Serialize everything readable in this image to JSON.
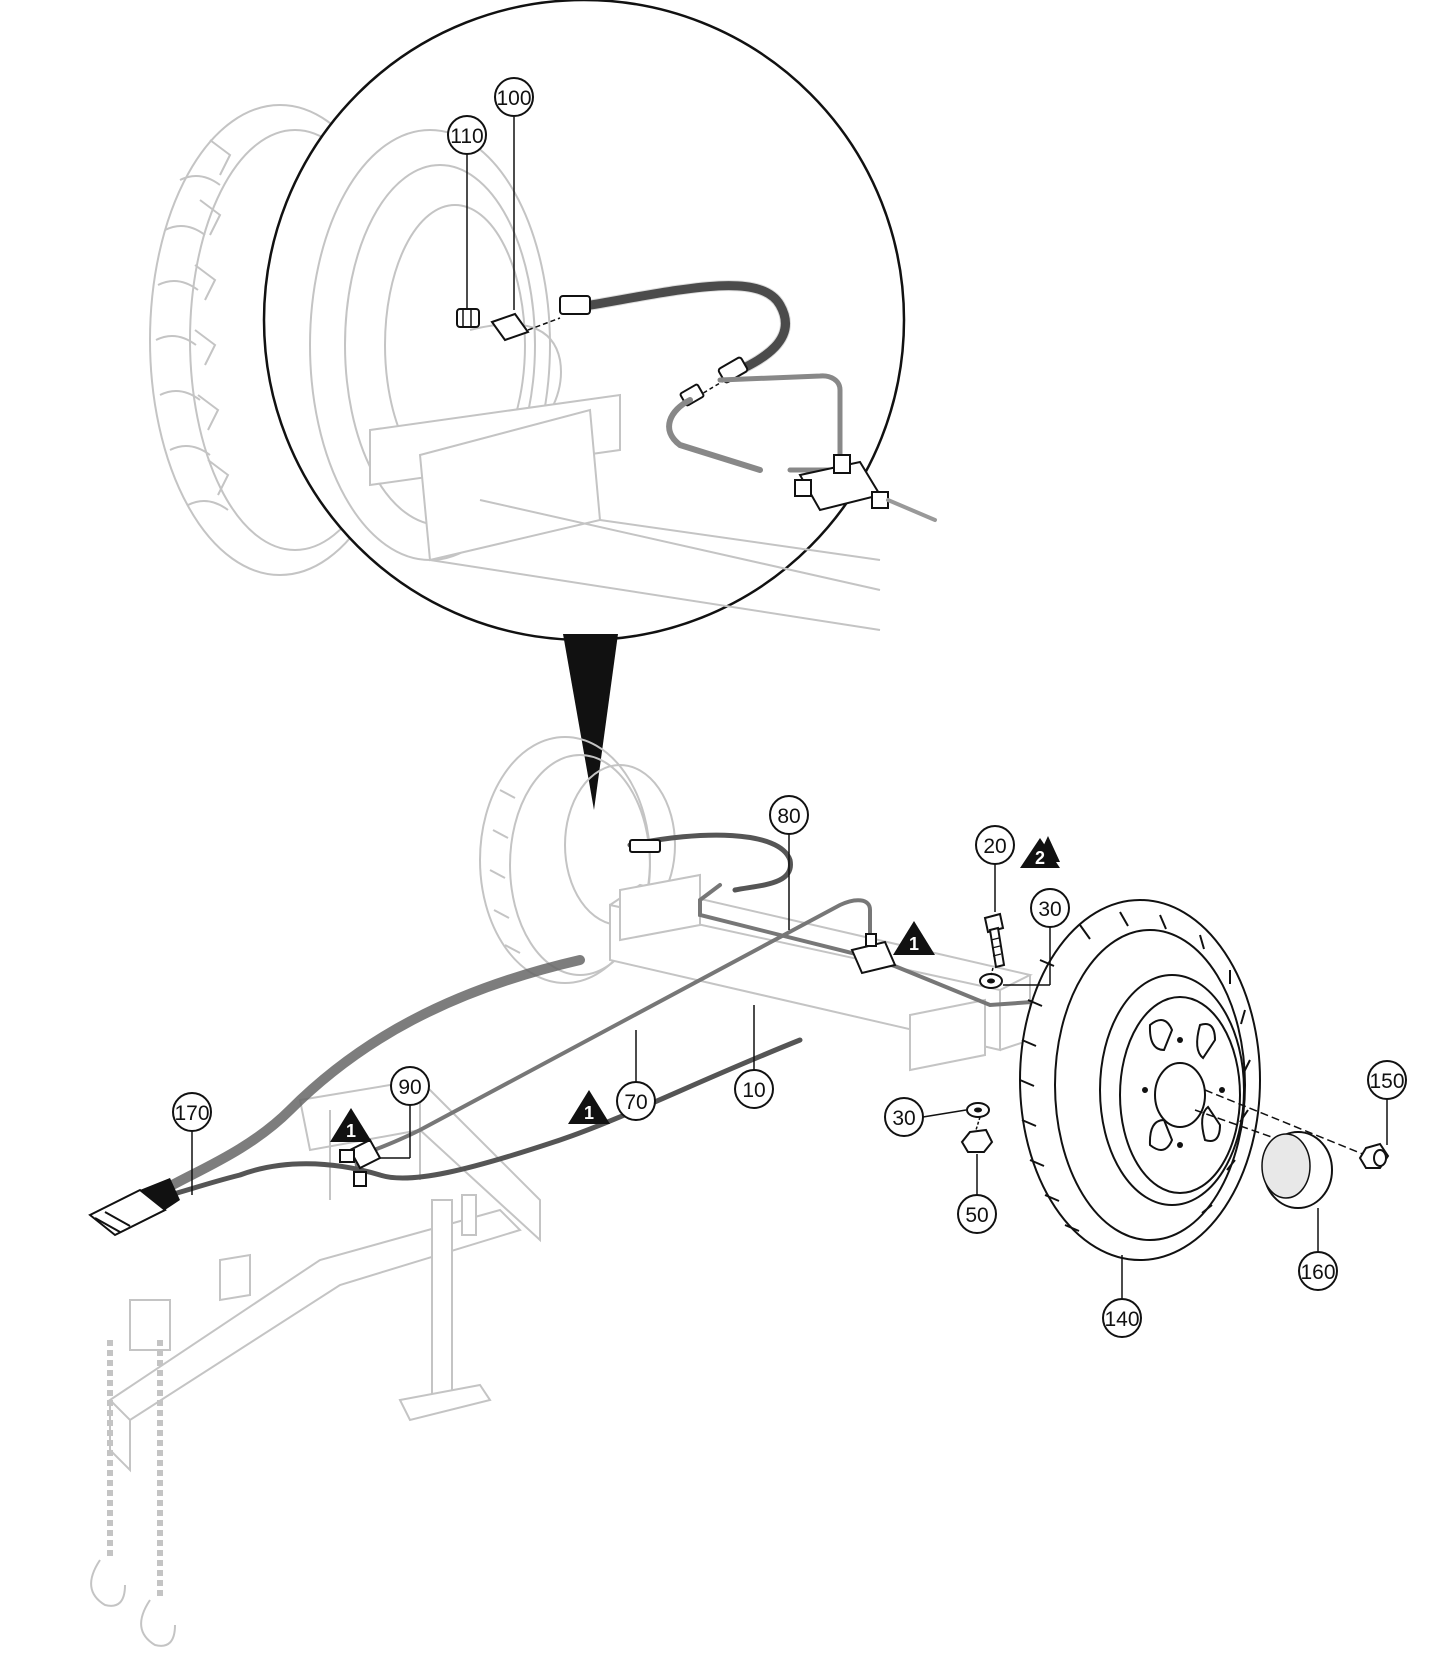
{
  "callouts": {
    "c100": "100",
    "c110": "110",
    "c80": "80",
    "c20": "20",
    "c30_top": "30",
    "c30_bottom": "30",
    "c170": "170",
    "c90": "90",
    "c70": "70",
    "c10": "10",
    "c150": "150",
    "c50": "50",
    "c160": "160",
    "c140": "140"
  },
  "warnings": {
    "w2": "2",
    "w1_top": "1",
    "w1_left": "1",
    "w1_mid": "1"
  },
  "colors": {
    "line": "#111111",
    "ghost": "#c4c4c4",
    "hose": "#555555",
    "background": "#ffffff"
  }
}
